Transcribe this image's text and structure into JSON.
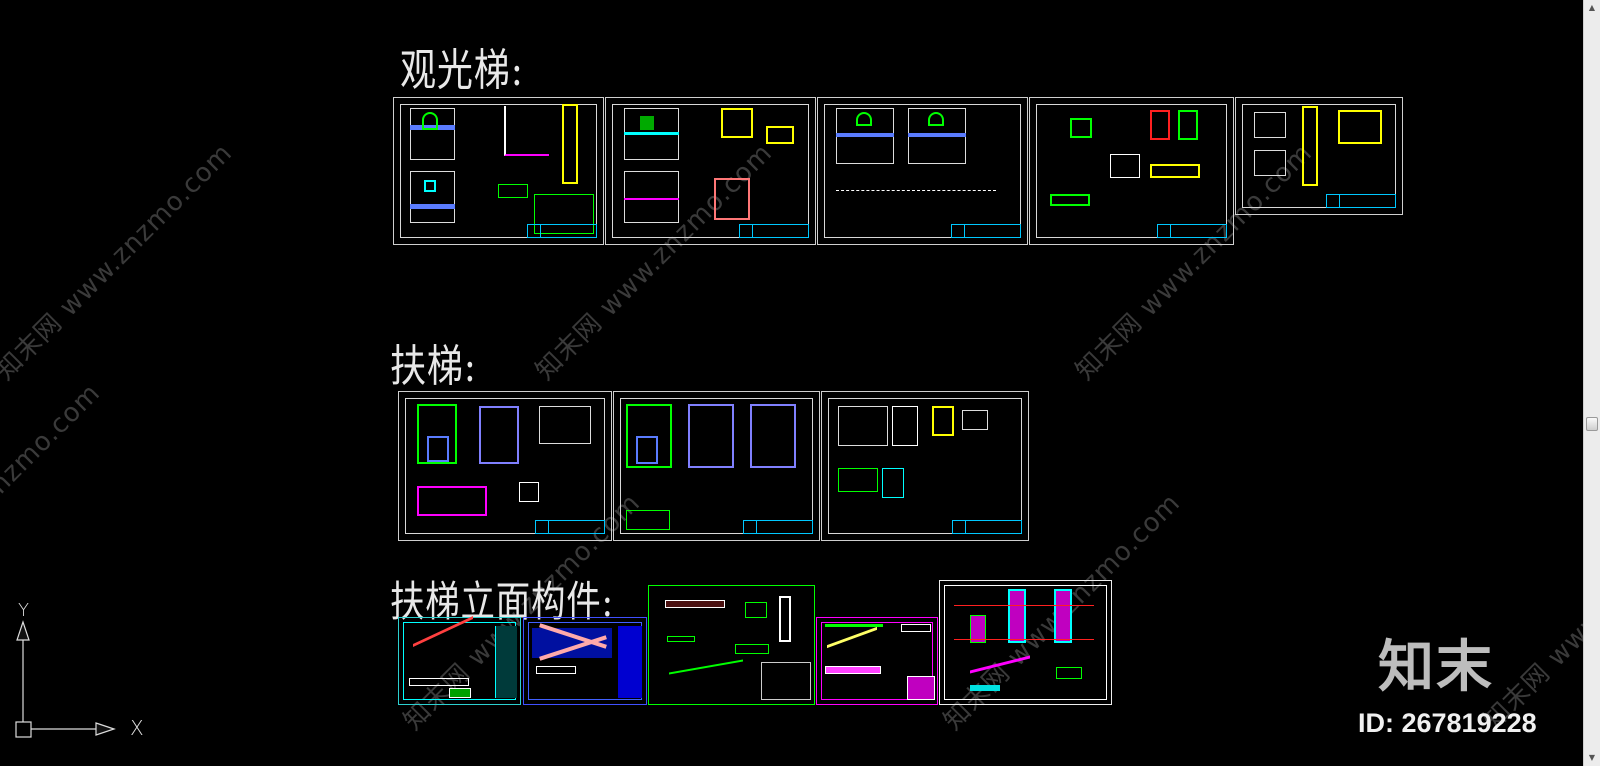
{
  "app": {
    "type": "CAD drawing viewer",
    "background": "#000000"
  },
  "sections": [
    {
      "title": "观光梯:",
      "sheets": 5
    },
    {
      "title": "扶梯:",
      "sheets": 3
    },
    {
      "title": "扶梯立面构件:",
      "sheets": 5
    }
  ],
  "watermark": {
    "text": "知末网 www.znzmo.com"
  },
  "brand": {
    "logo_text": "知末",
    "id_label": "ID: 267819228"
  },
  "ucs": {
    "x_label": "X",
    "y_label": "Y"
  },
  "scrollbar": {
    "up_arrow": "▲",
    "down_arrow": "▼"
  },
  "colors": {
    "green": "#00ff00",
    "cyan": "#00ffff",
    "magenta": "#ff00ff",
    "yellow": "#ffff00",
    "blue": "#0000ff",
    "white": "#ffffff",
    "red": "#ff0000"
  }
}
